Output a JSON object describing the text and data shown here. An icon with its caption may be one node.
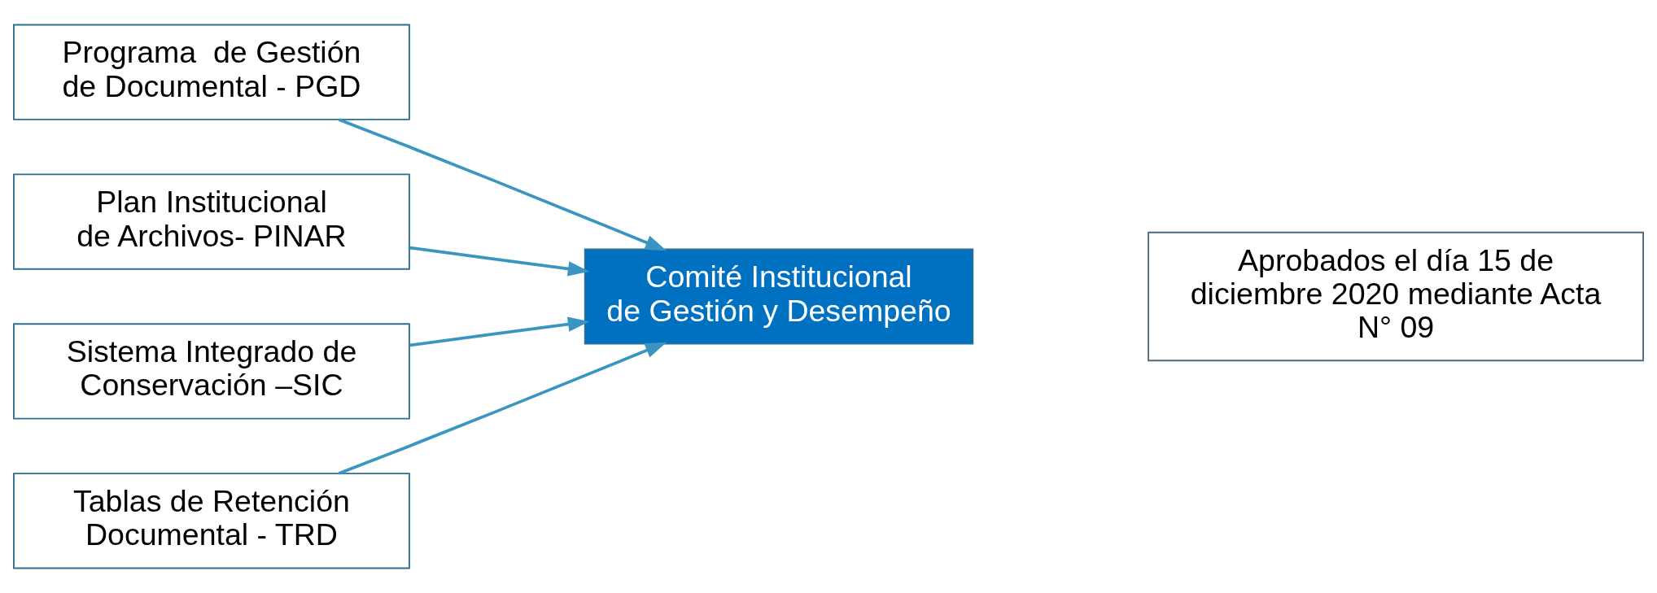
{
  "diagram": {
    "nodes": [
      {
        "text": [
          "Programa  de Gestión de Documental - PGD"
        ]
      },
      {
        "text": [
          "Plan Institucional de Archivos- PINAR"
        ]
      },
      {
        "text": [
          "Sistema Integrado de Conservación –SIC"
        ]
      },
      {
        "text": [
          "Tablas de Retención Documental - TRD"
        ]
      },
      {
        "text": [
          "Comité Institucional de Gestión y Desempeño"
        ]
      },
      {
        "text": [
          "Aprobados el día 15 de diciembre 2020 mediante Acta N° 09"
        ]
      }
    ],
    "edges": [
      {
        "from": 0,
        "to": 4,
        "arrow": "to"
      },
      {
        "from": 1,
        "to": 4,
        "arrow": "to"
      },
      {
        "from": 2,
        "to": 4,
        "arrow": "to"
      },
      {
        "from": 3,
        "to": 4,
        "arrow": "to"
      }
    ]
  }
}
